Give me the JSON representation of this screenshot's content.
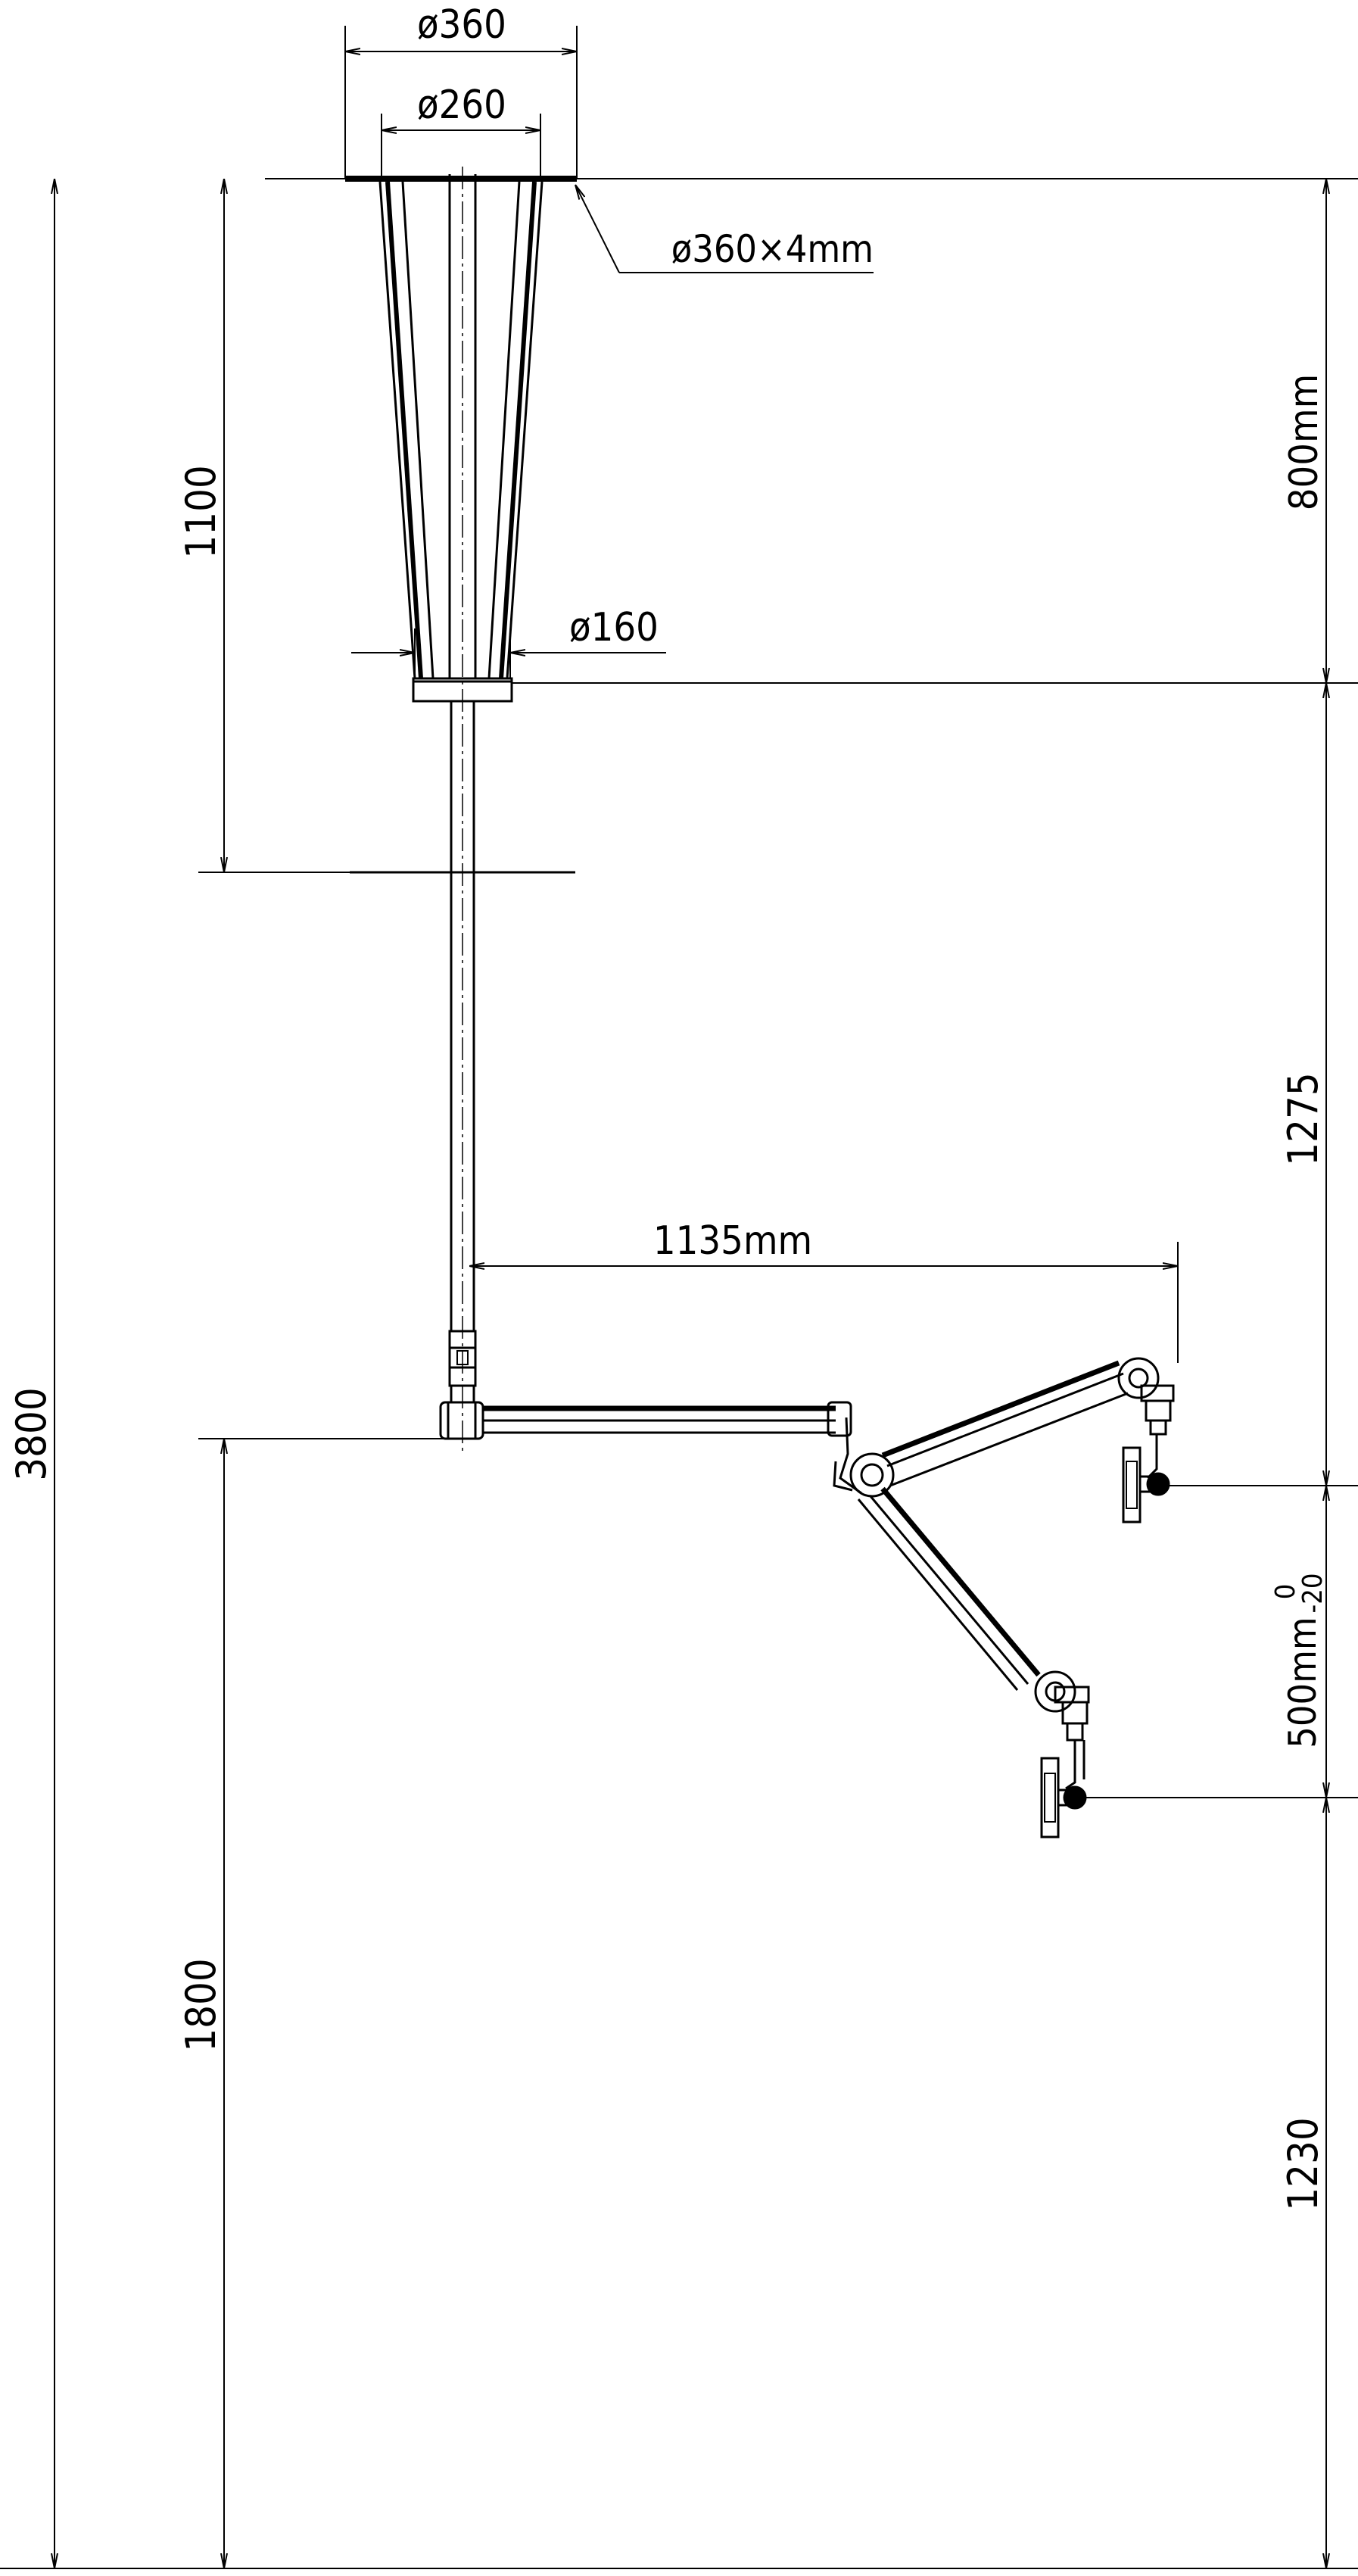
{
  "drawing": {
    "dim_top_outer": "ø360",
    "dim_top_inner": "ø260",
    "dim_plate": "ø360×4mm",
    "dim_collar": "ø160",
    "dim_left_upper": "1100",
    "dim_left_lower": "1800",
    "dim_total": "3800",
    "dim_arm_reach": "1135mm",
    "dim_right_top": "800mm",
    "dim_right_mid": "1275",
    "dim_right_adjust_main": "500mm",
    "dim_right_adjust_tol_upper": "0",
    "dim_right_adjust_tol_lower": "-20",
    "dim_right_bottom": "1230"
  }
}
